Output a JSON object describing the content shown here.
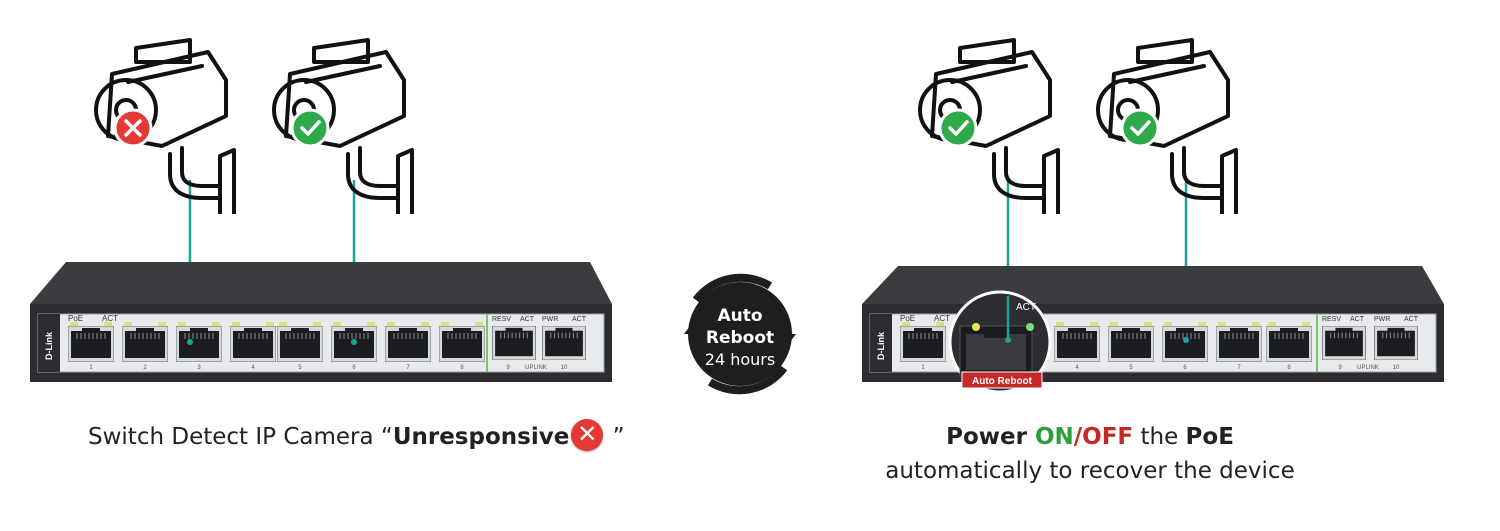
{
  "switch_labels": {
    "brand": "D-Link",
    "poe": "PoE",
    "act": "ACT",
    "resv": "RESV",
    "pwr": "PWR",
    "uplink": "UPLINK",
    "port_numbers": [
      "1",
      "2",
      "3",
      "4",
      "5",
      "6",
      "7",
      "8",
      "9",
      "10"
    ]
  },
  "left_panel": {
    "camera_1_status": "x-mark-icon",
    "camera_2_status": "check-mark-icon",
    "caption_prefix": "Switch Detect IP Camera “",
    "caption_bold": "Unresponsive",
    "caption_suffix": " ”"
  },
  "center_badge": {
    "line1": "Auto",
    "line2": "Reboot",
    "line3": "24 hours"
  },
  "right_panel": {
    "camera_1_status": "check-mark-icon",
    "camera_2_status": "check-mark-icon",
    "zoom_act_label": "ACT",
    "auto_reboot_tag": "Auto Reboot",
    "caption_power": "Power ",
    "caption_on": "ON",
    "caption_slash": "/",
    "caption_off": "OFF",
    "caption_the": " the ",
    "caption_poe": "PoE",
    "caption_line2": "automatically to recover the device"
  },
  "colors": {
    "ok_green": "#2eaa4a",
    "error_red": "#e53935",
    "cable_teal": "#1aa39a",
    "switch_body": "#2b2d30",
    "on_text": "#2e9e3a",
    "off_text": "#c62828",
    "badge_dark": "#1e1e1e"
  }
}
